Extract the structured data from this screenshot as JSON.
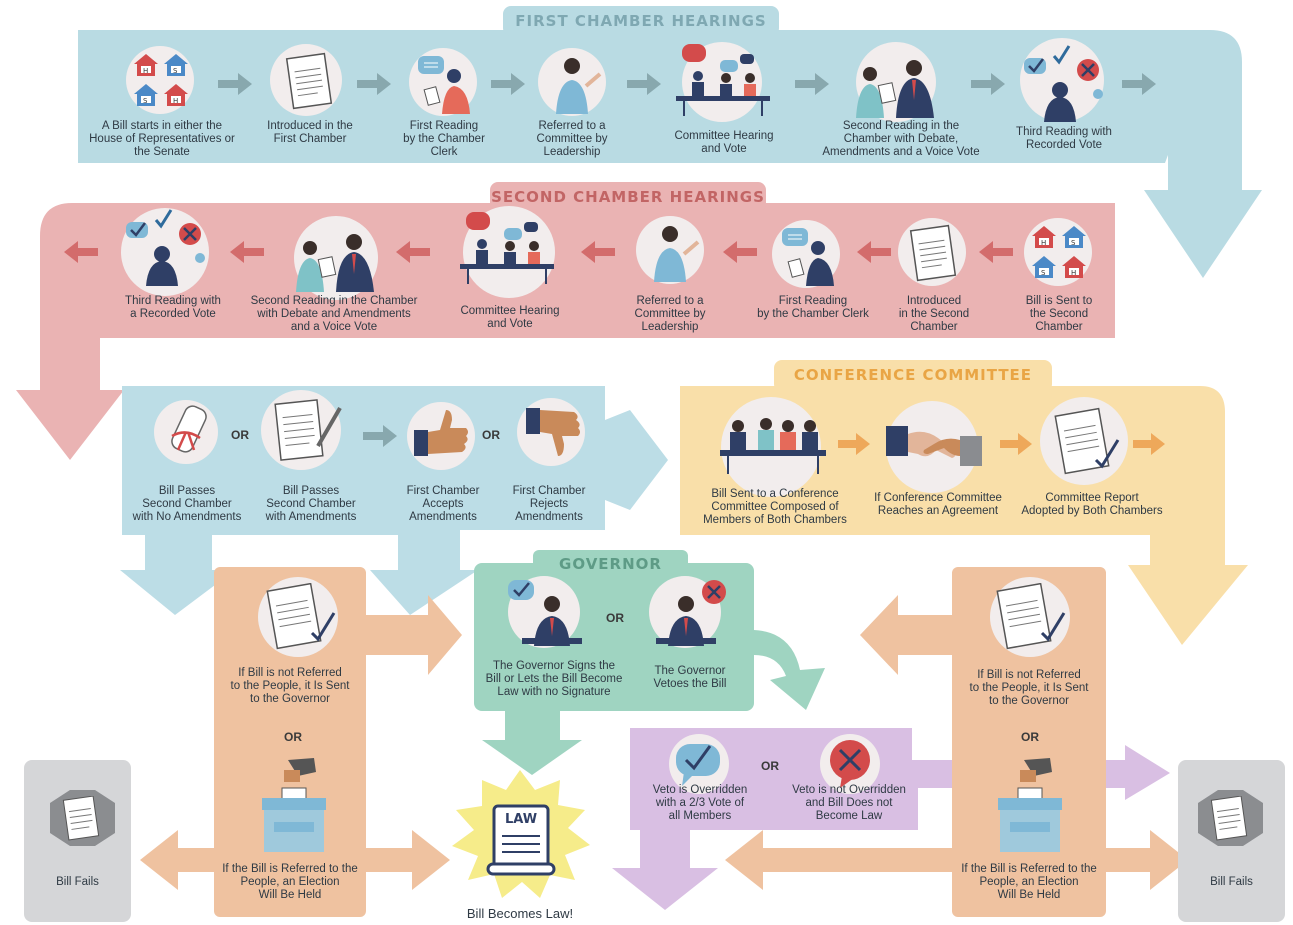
{
  "colors": {
    "first_chamber": "#b9dbe3",
    "second_chamber": "#eab3b3",
    "outcome_panel": "#bcdde6",
    "conference": "#f9dfa9",
    "governor": "#9fd4c1",
    "orange_panel": "#efc2a0",
    "veto_panel": "#d9bfe3",
    "fail_panel": "#d5d6d8",
    "arrow_gray": "#88a8ae",
    "arrow_red": "#d36c6c",
    "arrow_orange": "#eea85a"
  },
  "headers": {
    "first": "FIRST CHAMBER HEARINGS",
    "second": "SECOND CHAMBER HEARINGS",
    "conference": "CONFERENCE COMMITTEE",
    "governor": "GOVERNOR"
  },
  "first_chamber": [
    "A Bill starts in either the\nHouse of Representatives or\nthe Senate",
    "Introduced in the\nFirst Chamber",
    "First Reading\nby the Chamber\nClerk",
    "Referred to a\nCommittee by\nLeadership",
    "Committee Hearing\nand Vote",
    "Second Reading in the\nChamber with Debate,\nAmendments and a Voice Vote",
    "Third Reading with\nRecorded Vote"
  ],
  "second_chamber": [
    "Third Reading with\na Recorded Vote",
    "Second Reading in the Chamber\nwith Debate and Amendments\nand a Voice Vote",
    "Committee Hearing\nand Vote",
    "Referred to a\nCommittee by\nLeadership",
    "First Reading\nby the Chamber Clerk",
    "Introduced\nin the Second\nChamber",
    "Bill is Sent to\nthe Second\nChamber"
  ],
  "outcomes": [
    "Bill Passes\nSecond Chamber\nwith No Amendments",
    "Bill Passes\nSecond Chamber\nwith Amendments",
    "First Chamber\nAccepts\nAmendments",
    "First Chamber\nRejects\nAmendments"
  ],
  "conference": [
    "Bill Sent to a Conference\nCommittee Composed of\nMembers of Both Chambers",
    "If Conference Committee\nReaches an Agreement",
    "Committee Report\nAdopted by Both Chambers"
  ],
  "governor": [
    "The Governor Signs the\nBill or Lets the Bill Become\nLaw with no Signature",
    "The Governor\nVetoes the Bill"
  ],
  "veto": [
    "Veto is Overridden\nwith a 2/3 Vote of\nall Members",
    "Veto is not Overridden\nand Bill Does not\nBecome Law"
  ],
  "referral": {
    "not_referred": "If Bill is not Referred\nto the People, it Is Sent\nto the Governor",
    "referred": "If the Bill is Referred to the\nPeople, an Election\nWill Be Held"
  },
  "or_label": "OR",
  "bill_fails": "Bill Fails",
  "law_badge": "LAW",
  "bill_becomes_law": "Bill Becomes Law!",
  "icons": {
    "houses": "houses-icon",
    "bill_doc": "bill-document-icon",
    "clerk": "clerk-reading-icon",
    "leader": "leader-pointing-icon",
    "committee": "committee-table-icon",
    "debate": "debate-icon",
    "vote": "vote-check-x-icon",
    "scroll": "scroll-ribbon-icon",
    "signing": "signing-pen-icon",
    "thumbs_up": "thumbs-up-icon",
    "thumbs_down": "thumbs-down-icon",
    "handshake": "handshake-icon",
    "governor": "governor-icon",
    "ballot": "ballot-box-icon",
    "law": "law-scroll-icon"
  }
}
